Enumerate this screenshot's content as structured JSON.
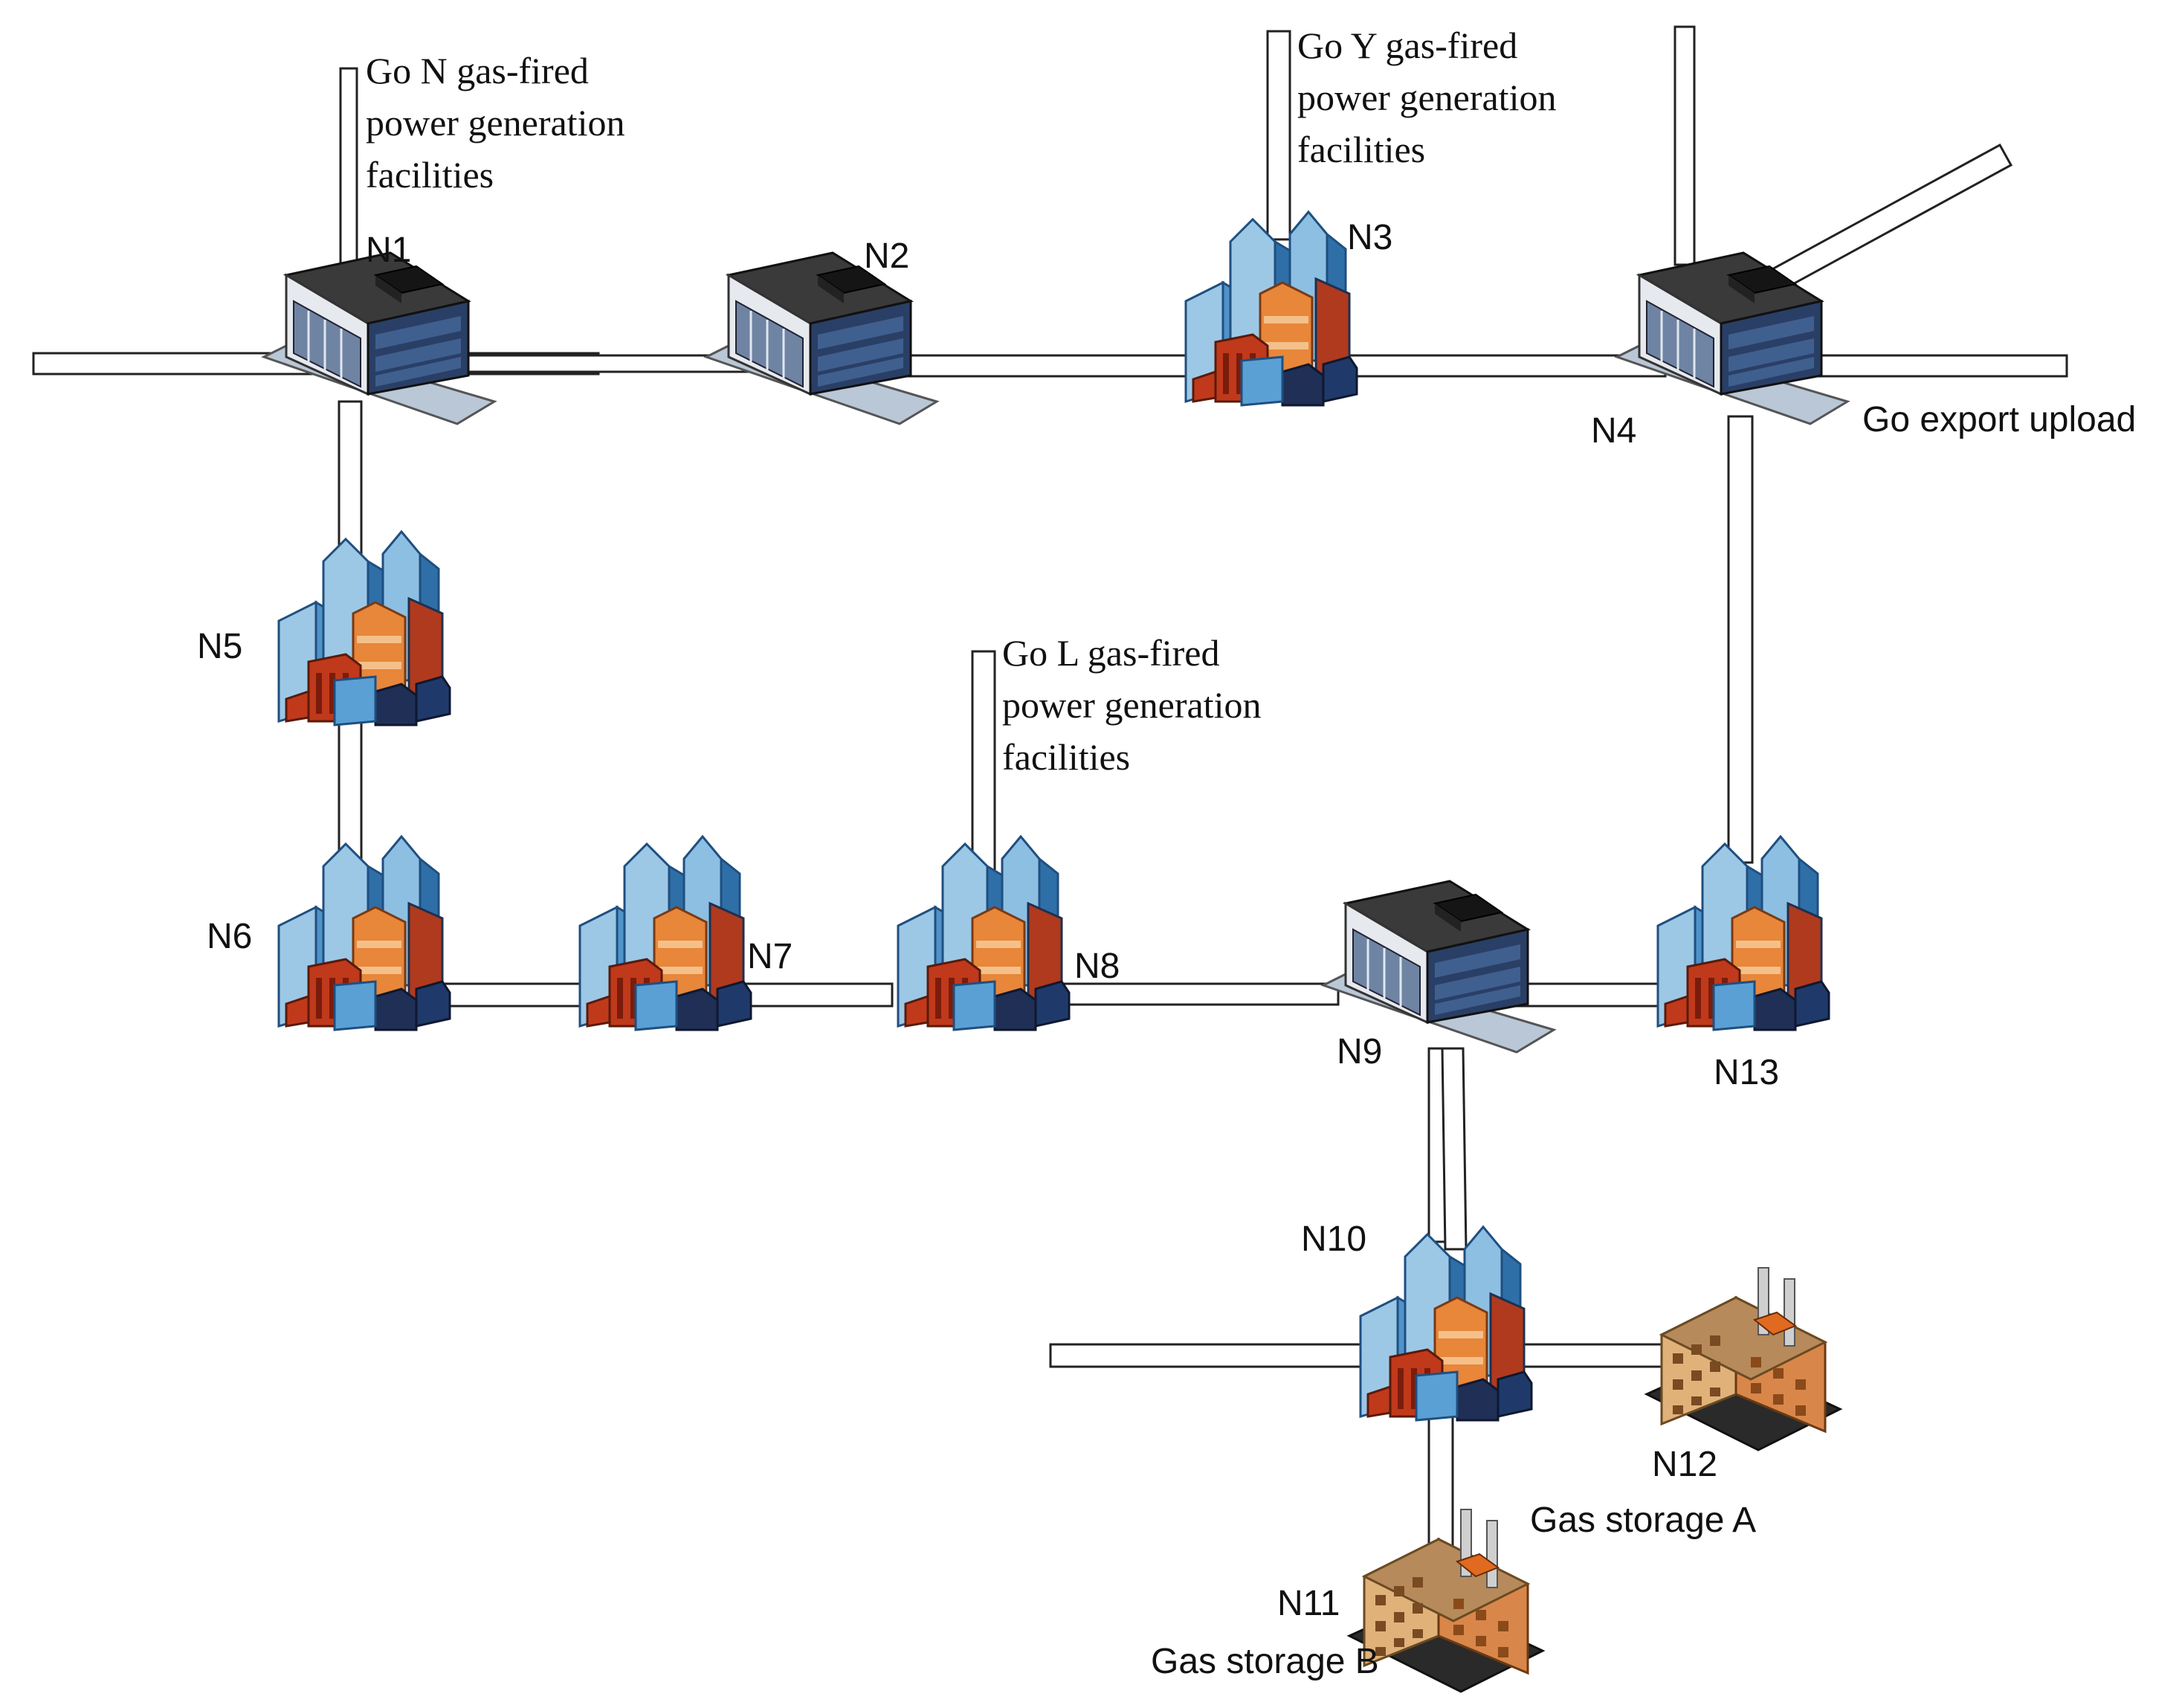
{
  "colors": {
    "pipe_stroke": "#222222",
    "pipe_fill": "#ffffff",
    "building_light": "#9cc8e6",
    "building_mid": "#4f93c9",
    "building_dark": "#1f4f80",
    "building_red": "#c0391b",
    "building_orange": "#e8863a",
    "facility_roof": "#2b2b2b",
    "facility_front": "#7c8fa8",
    "facility_base": "#b9c7d6",
    "storage_orange": "#d9864a",
    "storage_tan": "#e0b27a"
  },
  "nodes": [
    {
      "id": "N1",
      "type": "facility-icon"
    },
    {
      "id": "N2",
      "type": "facility-icon"
    },
    {
      "id": "N3",
      "type": "city-icon"
    },
    {
      "id": "N4",
      "type": "facility-icon"
    },
    {
      "id": "N5",
      "type": "city-icon"
    },
    {
      "id": "N6",
      "type": "city-icon"
    },
    {
      "id": "N7",
      "type": "city-icon"
    },
    {
      "id": "N8",
      "type": "city-icon"
    },
    {
      "id": "N9",
      "type": "facility-icon"
    },
    {
      "id": "N10",
      "type": "city-icon"
    },
    {
      "id": "N11",
      "type": "storage-icon"
    },
    {
      "id": "N12",
      "type": "storage-icon"
    },
    {
      "id": "N13",
      "type": "city-icon"
    }
  ],
  "annotations": {
    "go_n": [
      "Go N gas-fired",
      "power generation",
      "facilities"
    ],
    "go_y": [
      "Go Y gas-fired",
      "power generation",
      "facilities"
    ],
    "go_l": [
      "Go L gas-fired",
      "power generation",
      "facilities"
    ],
    "export": "Go export upload",
    "storage_a": "Gas storage A",
    "storage_b": "Gas storage B"
  }
}
